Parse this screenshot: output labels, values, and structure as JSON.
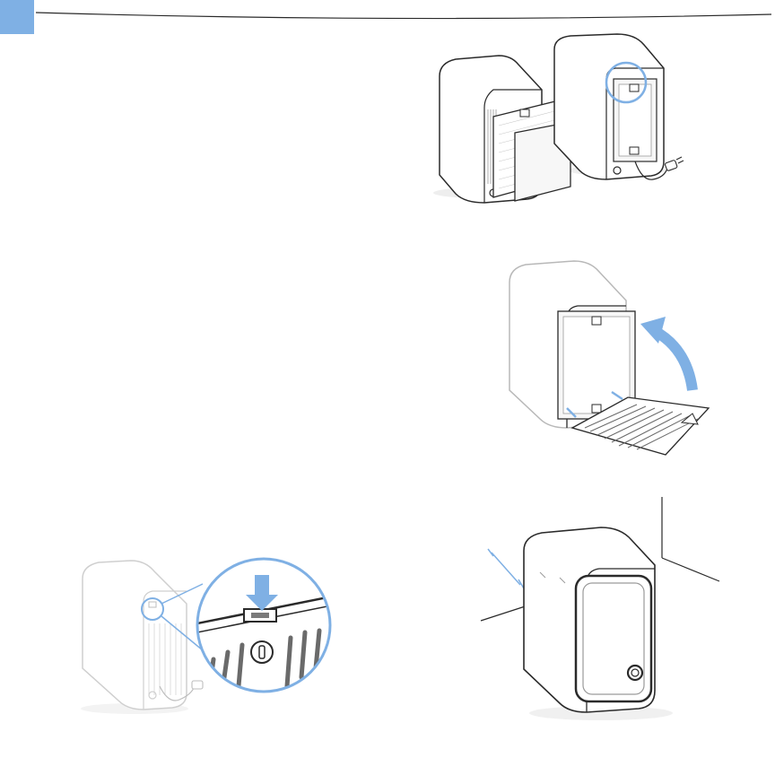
{
  "page": {
    "accent_color": "#7fb0e4",
    "line_color": "#2a2a2a",
    "light_line_color": "#b8b8b8"
  },
  "figures": [
    {
      "id": "filters",
      "icons": [
        "air-purifier-icon",
        "filter-stack-icon",
        "power-plug-icon"
      ]
    },
    {
      "id": "open-panel",
      "icons": [
        "air-purifier-icon",
        "rotate-arrow-icon"
      ]
    },
    {
      "id": "power-button",
      "icons": [
        "air-purifier-icon",
        "magnifier-circle-icon",
        "down-arrow-icon",
        "power-plug-icon"
      ]
    },
    {
      "id": "placement",
      "icons": [
        "air-purifier-icon",
        "room-corner-icon",
        "distance-marker-icon"
      ]
    }
  ]
}
